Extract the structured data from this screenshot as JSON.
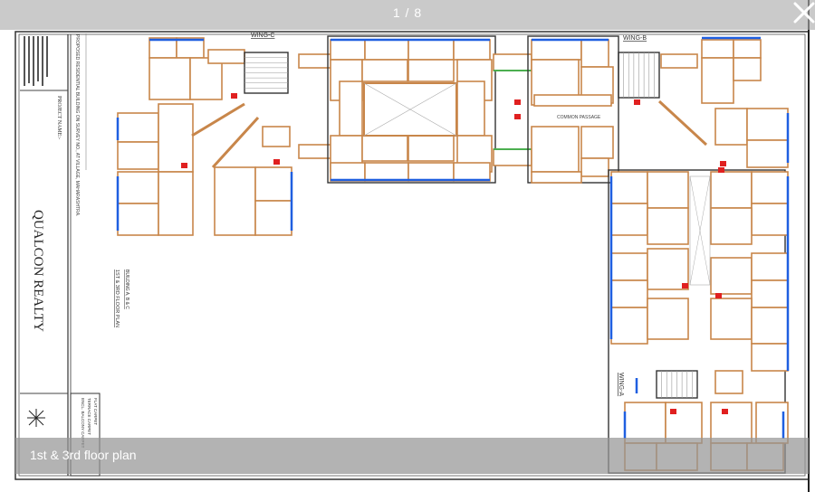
{
  "viewer": {
    "counter": "1 / 8",
    "caption": "1st & 3rd floor plan",
    "close_icon": "close-icon"
  },
  "drawing": {
    "project_label": "PROJECT NAME:-",
    "project_name": "QUALCON REALTY",
    "project_description": "PROPOSED RESIDENTIAL BUILDING ON SURVEY NO., AT VILLAGE, MAHARASHTRA.",
    "building_label": "BUILDING A, B & C",
    "sheet_title": "1ST & 3RD FLOOR PLAN",
    "legend": [
      "FLAT CARPET",
      "TERRACE CARPET",
      "ENCL. BALCONY CARPET"
    ],
    "wings": {
      "c": "WING-C",
      "b": "WING-B",
      "a": "WING-A"
    },
    "passage_label": "COMMON PASSAGE"
  },
  "colors": {
    "wall": "#c8864a",
    "window": "#1f5fe0",
    "marker": "#e02020",
    "terrace": "#4caf50",
    "overlay": "#aaaaaa"
  }
}
